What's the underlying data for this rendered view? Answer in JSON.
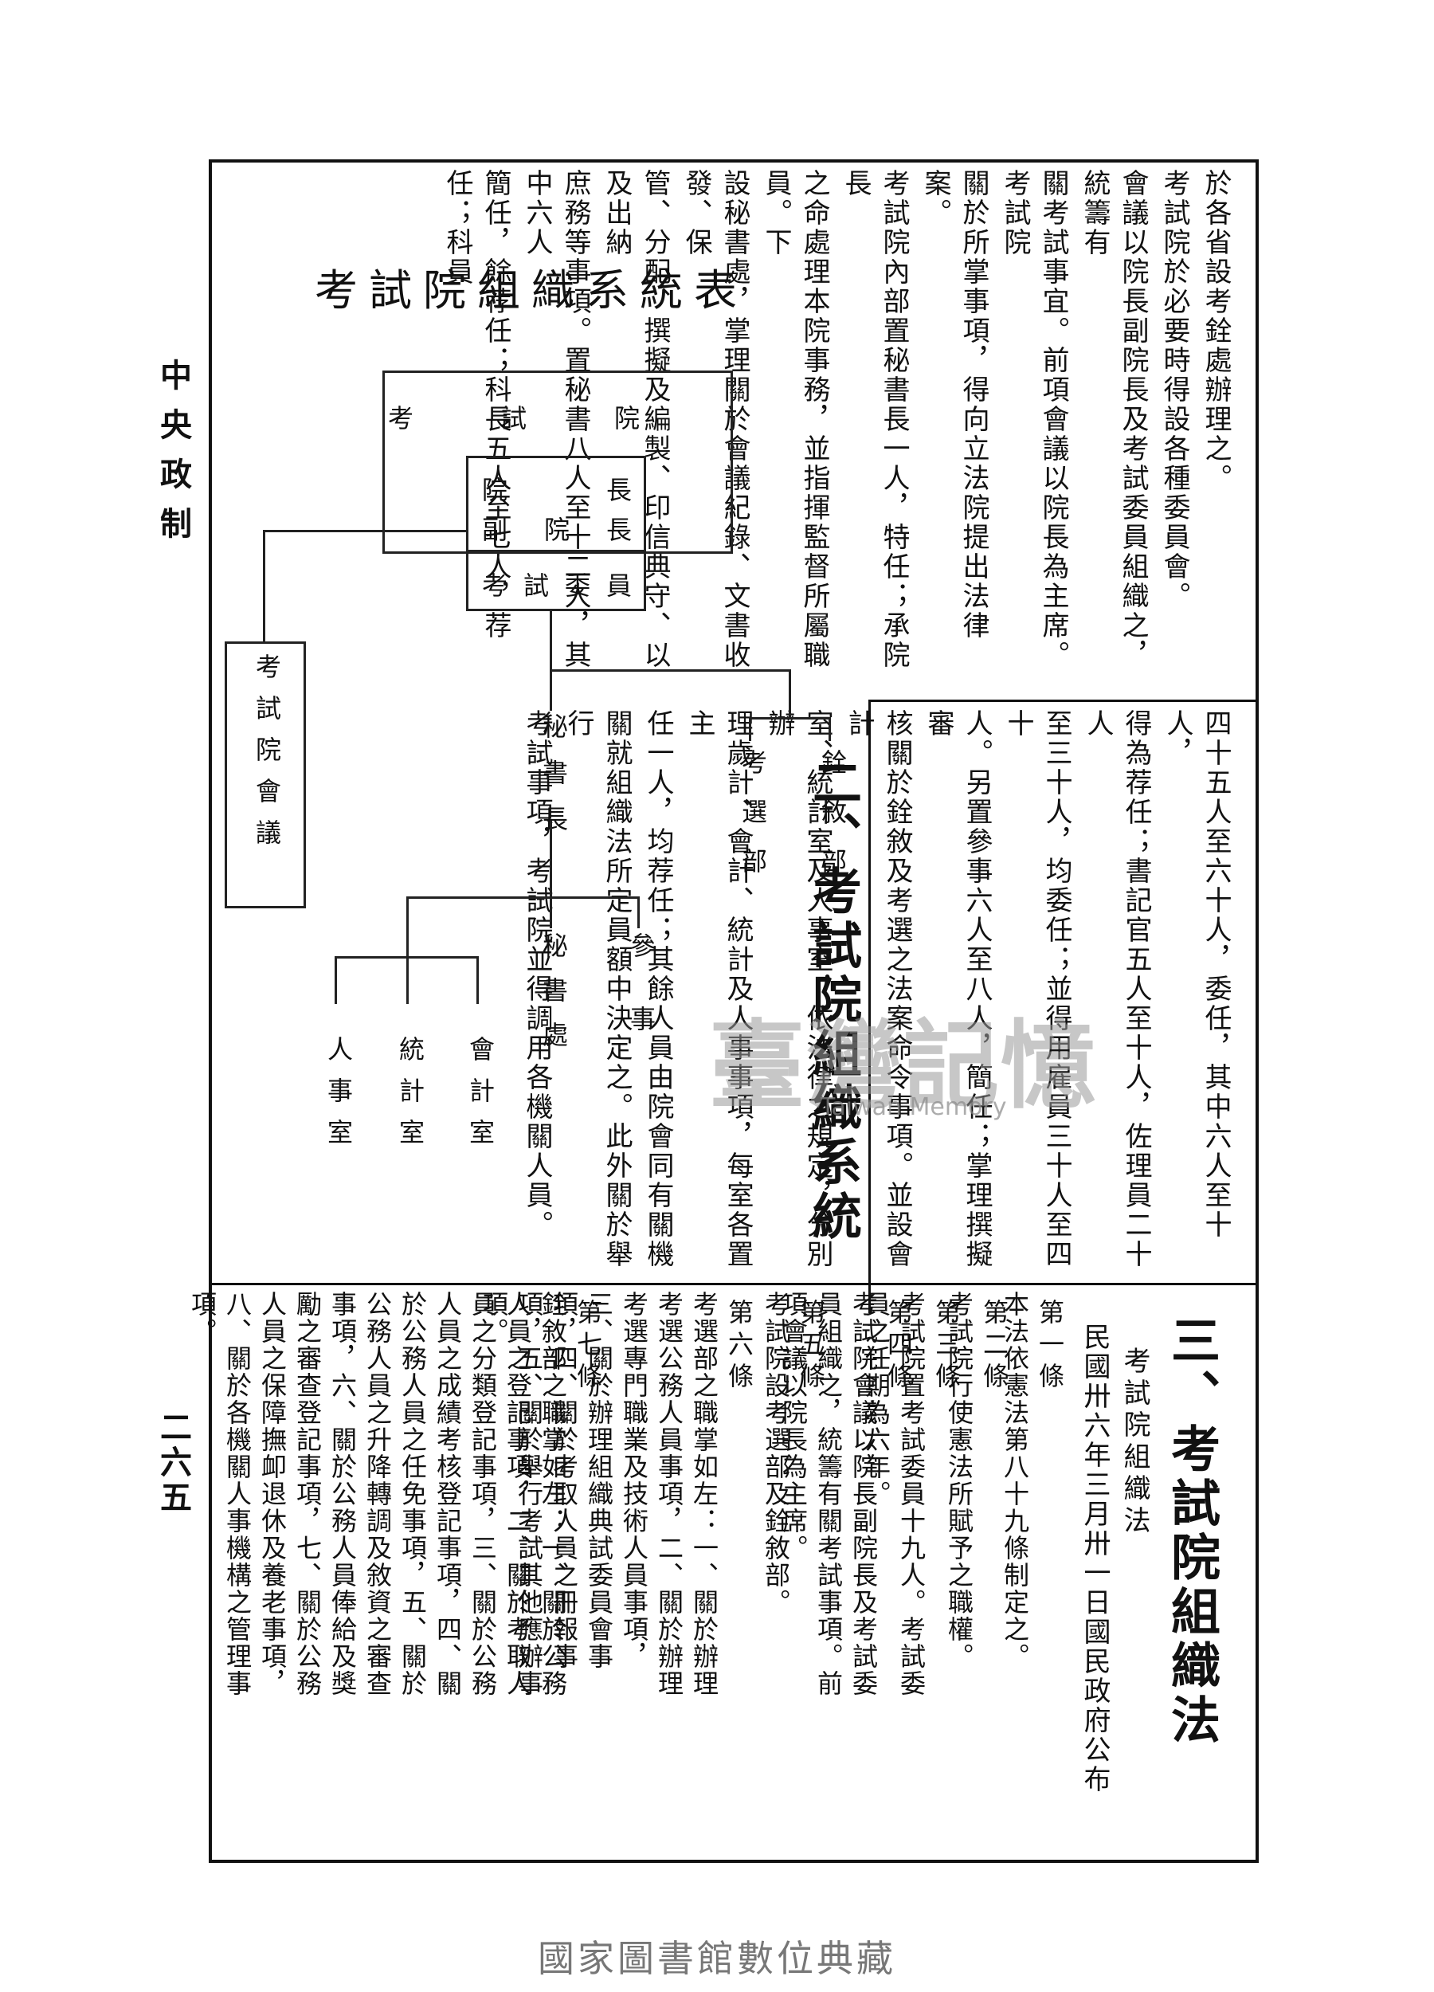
{
  "margin": {
    "title": "中央政制",
    "page_number": "二六五"
  },
  "footer": {
    "text": "國家圖書館數位典藏"
  },
  "section_one_continued": {
    "columns": [
      "於各省設考銓處辦理之。",
      "考試院於必要時得設各種委員會。",
      "會議以院長副院長及考試委員組織之，統籌有",
      "關考試事宜。前項會議以院長為主席。考試院",
      "關於所掌事項，得向立法院提出法律案。",
      "考試院內部置秘書長一人，特任；承院長",
      "之命處理本院事務，並指揮監督所屬職員。下",
      "設秘書處，掌理關於會議紀錄、文書收發、保",
      "管、分配、撰擬及編製、印信典守、以及出納",
      "庶務等事項。置秘書八人至十二人，其中六人",
      "簡任，餘荐任；科長五人至七人，荐任；科員"
    ]
  },
  "section_one_continued_2": {
    "columns": [
      "四十五人至六十人，委任，其中六人至十人，",
      "得為荐任；書記官五人至十人，佐理員二十人",
      "至三十人，均委任；並得用雇員三十人至四十",
      "人。另置參事六人至八人，簡任；掌理撰擬審",
      "核關於銓敘及考選之法案命令事項。並設會計",
      "室、統計室及人事室，依法律之規定，分別辦",
      "理歲計、會計、統計及人事事項，每室各置主",
      "任一人，均荐任；其餘人員由院會同有關機",
      "關就組織法所定員額中決定之。此外關於舉行",
      "考試事項，考試院並得調用各機關人員。"
    ]
  },
  "section_two": {
    "heading": "二、考試院組織系統"
  },
  "chart": {
    "title": "考試院組織系統表",
    "top_box": "考試院",
    "leaders": {
      "president": "院長",
      "vice_president": "副院長",
      "members": "考試委員"
    },
    "council": "考試院會議",
    "secretary_general": "秘書長",
    "ministries": {
      "examination": "考選部",
      "personnel": "銓敘部"
    },
    "under_secretary": {
      "counsellor": "參事",
      "secretariat": "秘書處"
    },
    "offices": {
      "accounting": "會計室",
      "statistics": "統計室",
      "personnel": "人事室"
    }
  },
  "section_three": {
    "heading": "三、考試院組織法",
    "law_title": "考試院組織法",
    "promulgation": "民國卅六年三月卅一日國民政府公布",
    "articles": [
      {
        "no": "第一條",
        "text": "本法依憲法第八十九條制定之。"
      },
      {
        "no": "第二條",
        "text": "考試院行使憲法所賦予之職權。"
      },
      {
        "no": "第三條",
        "text": "考試院置考試委員十九人。考試委員之任期為六年。"
      },
      {
        "no": "第四條",
        "text": "考試院會議以院長副院長及考試委員組織之，統籌有關考試事項。前項會議以院長為主席。"
      },
      {
        "no": "第五條",
        "text": "考試院設考選部及銓敘部。"
      },
      {
        "no": "第六條",
        "text": "考選部之職掌如左：一、關於辦理考選公務人員事項，二、關於辦理考選專門職業及技術人員事項，三、關於辦理組織典試委員會事項，四、關於考取人員之冊報事項，五、關於舉行考試其他應辦事項。"
      },
      {
        "no": "第七條",
        "text": "銓敘部之職掌如左：一、關於公務人員之登記事項，二、關於考取人員之分類登記事項，三、關於公務人員之成績考核登記事項，四、關於公務人員之任免事項，五、關於公務人員之升降轉調及敘資之審查事項，六、關於公務人員俸給及獎勵之審查登記事項，七、關於公務人員之保障撫卹退休及養老事項，八、關於各機關人事機構之管理事項。"
      }
    ]
  },
  "watermark": {
    "text": "臺灣記憶",
    "sub": "Taiwan Memory"
  }
}
